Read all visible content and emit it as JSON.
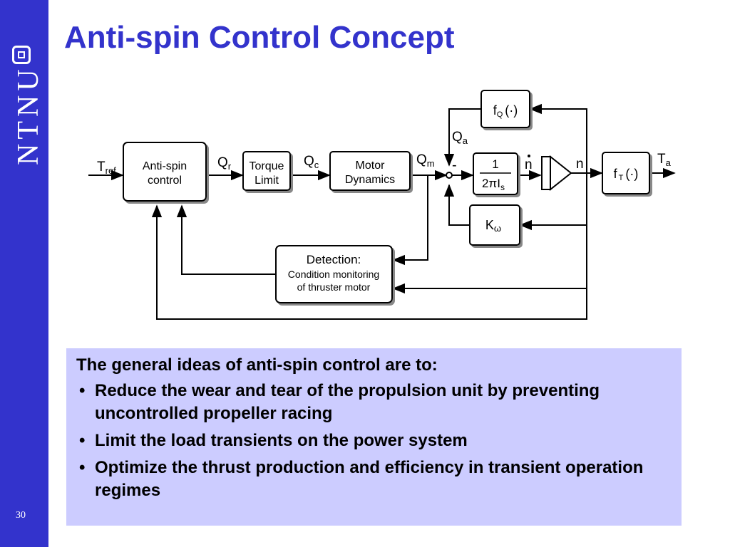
{
  "slide": {
    "title": "Anti-spin Control Concept",
    "page_number": "30",
    "logo_text": "NTNU"
  },
  "diagram": {
    "input_label": "T",
    "input_sub": "ref",
    "anti_spin": [
      "Anti-spin",
      "control"
    ],
    "qr": "Q",
    "qr_sub": "r",
    "torque_limit": [
      "Torque",
      "Limit"
    ],
    "qc": "Q",
    "qc_sub": "c",
    "motor": [
      "Motor",
      "Dynamics"
    ],
    "qm": "Q",
    "qm_sub": "m",
    "minus": "-",
    "qa": "Q",
    "qa_sub": "a",
    "fq": "f",
    "fq_sub": "Q",
    "fq_arg": "(·)",
    "integ_num": "1",
    "integ_den": "2πI",
    "integ_den_sub": "s",
    "ndot": "n",
    "n": "n",
    "ft": "f",
    "ft_sub": "T",
    "ft_arg": "(·)",
    "ta": "T",
    "ta_sub": "a",
    "komega": "K",
    "komega_sub": "ω",
    "detection": [
      "Detection:",
      "Condition monitoring",
      "of thruster motor"
    ]
  },
  "textbox": {
    "intro": "The general ideas of anti-spin control are to:",
    "bullets": [
      "Reduce the wear and tear of the propulsion unit by preventing uncontrolled propeller racing",
      "Limit the load transients on the power system",
      "Optimize the thrust production and efficiency in transient operation regimes"
    ]
  },
  "colors": {
    "accent": "#3333cc",
    "textbox_bg": "#ccccff"
  }
}
